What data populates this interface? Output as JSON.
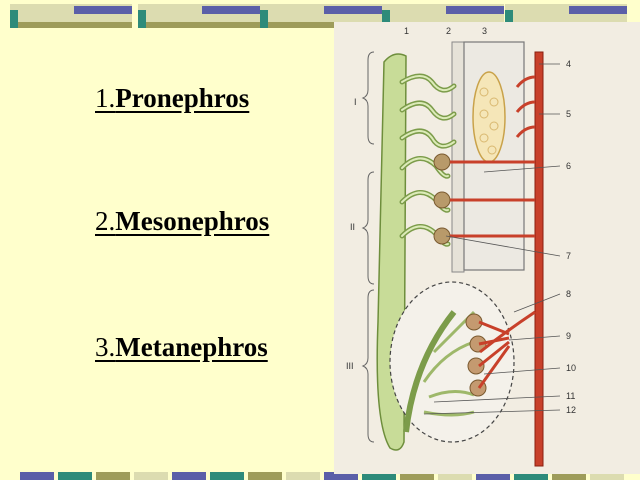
{
  "slide": {
    "items": [
      {
        "number": "1.",
        "name": "Pronephros"
      },
      {
        "number": "2.",
        "name": "Mesonephros"
      },
      {
        "number": "3.",
        "name": "Metanephros"
      }
    ]
  },
  "figure": {
    "top_labels": [
      "1",
      "2",
      "3"
    ],
    "right_labels": [
      "4",
      "5",
      "6",
      "7",
      "8",
      "9",
      "10",
      "11",
      "12"
    ],
    "section_labels": [
      "I",
      "II",
      "III"
    ]
  },
  "colors": {
    "background": "#FFFFCC",
    "bar_teal": "#2E8B7A",
    "bar_navy": "#5B5FA8",
    "bar_olive": "#9E9C5A",
    "bar_cream": "#DCDCB0",
    "duct_green": "#C8DC98",
    "vessel_red": "#C8402A"
  }
}
